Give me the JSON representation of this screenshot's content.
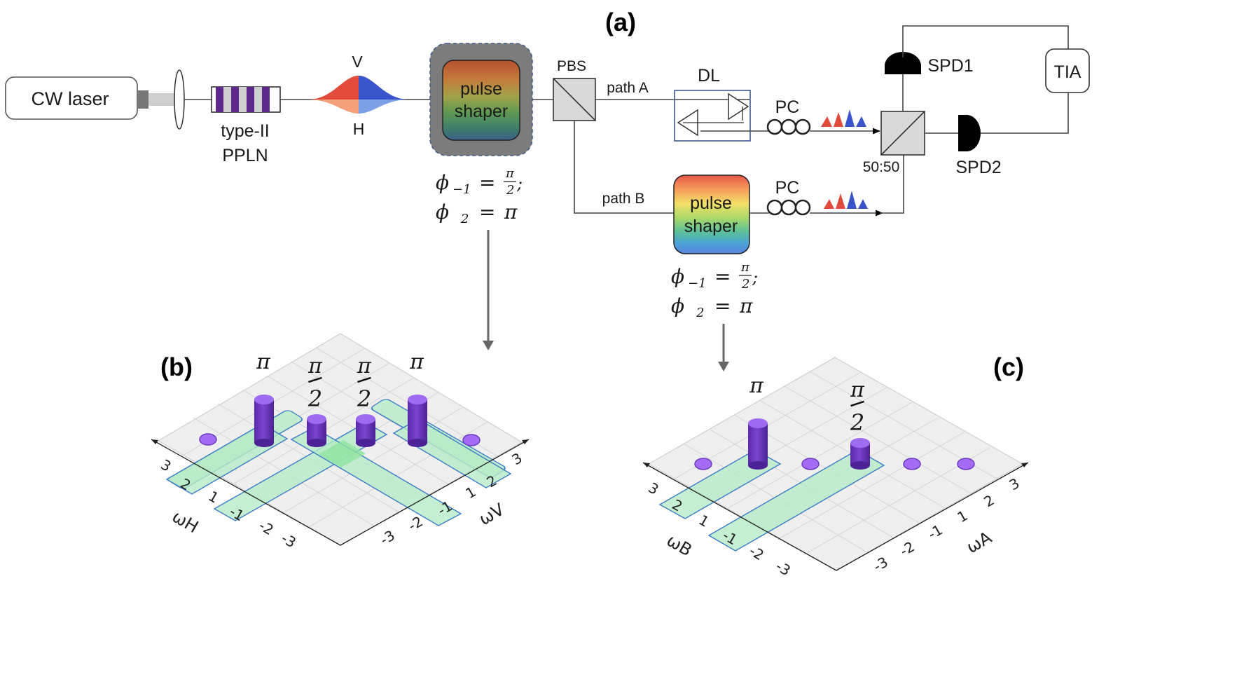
{
  "panels": {
    "a": "(a)",
    "b": "(b)",
    "c": "(c)"
  },
  "setup": {
    "laser": "CW laser",
    "crystal": [
      "type-II",
      "PPLN"
    ],
    "pol_v": "V",
    "pol_h": "H",
    "shaper_a": [
      "pulse",
      "shaper"
    ],
    "shaper_b": [
      "pulse",
      "shaper"
    ],
    "pbs": "PBS",
    "path_a": "path A",
    "path_b": "path B",
    "dl": "DL",
    "pc_a": "PC",
    "pc_b": "PC",
    "bs": "50:50",
    "spd1": "SPD1",
    "spd2": "SPD2",
    "tia": "TIA"
  },
  "phases_a": {
    "phi_sym": "ϕ",
    "sub1": "−1",
    "eq": "=",
    "pi": "π",
    "two": "2",
    "semi": ";",
    "sub2": "2"
  },
  "phases_b": {
    "phi_sym": "ϕ",
    "sub1": "−1",
    "eq": "=",
    "pi": "π",
    "two": "2",
    "semi": ";",
    "sub2": "2"
  },
  "grid_b": {
    "x_axis": "ωH",
    "y_axis": "ωV",
    "x_ticks": [
      "3",
      "2",
      "1",
      "-1",
      "-2",
      "-3"
    ],
    "y_ticks": [
      "3",
      "2",
      "1",
      "-1",
      "-2",
      "-3"
    ],
    "bar_labels": [
      "π",
      "π",
      "2",
      "π",
      "2",
      "π"
    ]
  },
  "grid_c": {
    "x_axis": "ωB",
    "y_axis": "ωA",
    "x_ticks": [
      "3",
      "2",
      "1",
      "-1",
      "-2",
      "-3"
    ],
    "y_ticks": [
      "3",
      "2",
      "1",
      "-1",
      "-2",
      "-3"
    ],
    "bar_labels": [
      "π",
      "π",
      "2"
    ]
  }
}
